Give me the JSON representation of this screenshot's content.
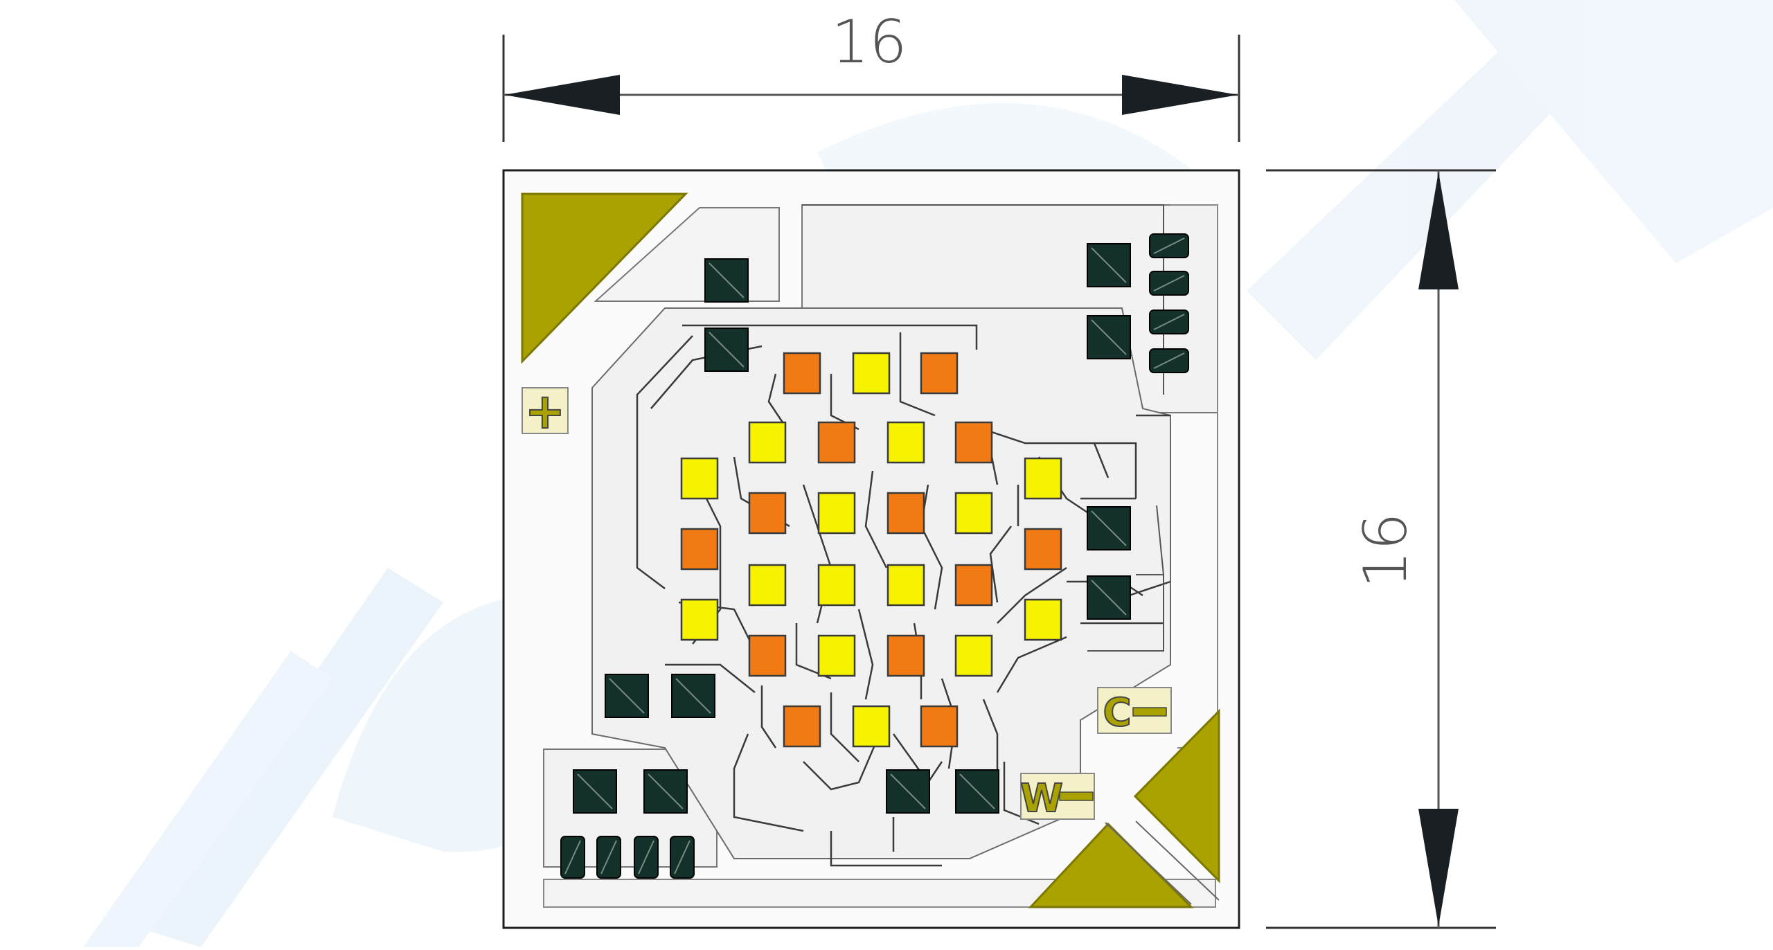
{
  "dimensions": {
    "width_label": "16",
    "height_label": "16"
  },
  "pad_labels": {
    "plus": "+",
    "cathode": "C",
    "warm": "W"
  },
  "colors": {
    "gold": "#A9A200",
    "gold_dark": "#8C8600",
    "pad_dark": "#14302B",
    "led_orange": "#F27A15",
    "led_yellow": "#F6F200",
    "trace": "#3A3A3A",
    "board_outline": "#222222",
    "watermark": "#E9F2FA"
  },
  "led_grid": [
    [
      null,
      null,
      "orange",
      "yellow",
      "orange",
      null,
      null
    ],
    [
      null,
      "yellow",
      "orange",
      "yellow",
      "orange",
      null,
      null
    ],
    [
      "yellow",
      "orange",
      "yellow",
      "orange",
      "yellow",
      "yellow",
      null
    ],
    [
      "orange",
      "yellow",
      "yellow",
      "yellow",
      "orange",
      "orange",
      null
    ],
    [
      "yellow",
      "orange",
      "yellow",
      "orange",
      "yellow",
      "yellow",
      null
    ],
    [
      null,
      null,
      "orange",
      "yellow",
      "orange",
      null,
      null
    ]
  ]
}
